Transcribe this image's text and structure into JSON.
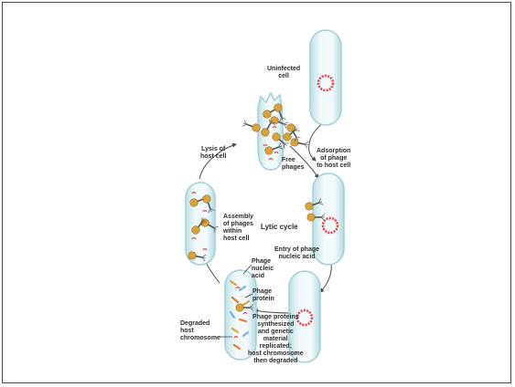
{
  "labels": {
    "uninfected_cell": "Uninfected\ncell",
    "adsorption": "Adsorption\nof phage\nto host cell",
    "free_phages": "Free\nphages",
    "lysis": "Lysis of\nhost cell",
    "lytic_cycle": "Lytic cycle",
    "assembly": "Assembly\nof phages\nwithin\nhost cell",
    "entry": "Entry of phage\nnucleic acid",
    "phage_nucleic_acid": "Phage\nnucleic\nacid",
    "phage_protein": "Phage\nprotein",
    "synthesis": "Phage proteins\nsynthesized\nand genetic\nmaterial\nreplicated;\nhost chromosome\nthen degraded",
    "degraded_chromosome": "Degraded\nhost\nchromosome"
  },
  "colors": {
    "cell_fill": "#e4f1f3",
    "cell_edge": "#a8d3da",
    "chromosome": "#e0404a",
    "phage_head": "#d8a23c",
    "phage_tail": "#555555",
    "arrow": "#4a4a4a"
  }
}
